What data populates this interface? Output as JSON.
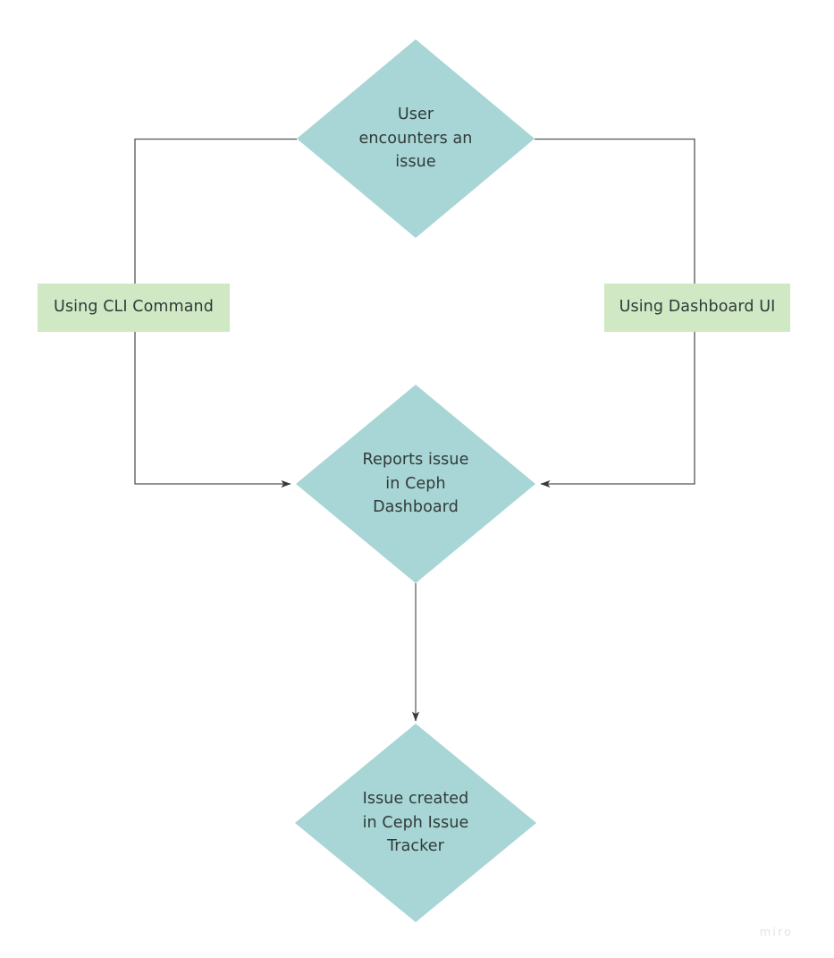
{
  "diagram": {
    "type": "flowchart",
    "background_color": "#ffffff",
    "node_fill_color": "#a8d5d5",
    "label_fill_color": "#d0e9c4",
    "text_color": "#2f3b38",
    "connector_color": "#555555",
    "nodes": [
      {
        "id": "user-encounters-issue",
        "shape": "diamond",
        "label": "User\nencounters an\nissue"
      },
      {
        "id": "reports-issue-dashboard",
        "shape": "diamond",
        "label": "Reports issue\nin Ceph\nDashboard"
      },
      {
        "id": "issue-created-tracker",
        "shape": "diamond",
        "label": "Issue created\nin Ceph Issue\nTracker"
      }
    ],
    "edge_labels": [
      {
        "id": "cli-command",
        "text": "Using CLI Command"
      },
      {
        "id": "dashboard-ui",
        "text": "Using Dashboard UI"
      }
    ],
    "edges": [
      {
        "id": "edge-left",
        "from": "user-encounters-issue",
        "to": "reports-issue-dashboard",
        "label": "Using CLI Command",
        "arrowhead": "end"
      },
      {
        "id": "edge-right",
        "from": "user-encounters-issue",
        "to": "reports-issue-dashboard",
        "label": "Using Dashboard UI",
        "arrowhead": "end"
      },
      {
        "id": "edge-down",
        "from": "reports-issue-dashboard",
        "to": "issue-created-tracker",
        "label": "",
        "arrowhead": "end"
      }
    ]
  },
  "watermark": {
    "text": "miro"
  }
}
